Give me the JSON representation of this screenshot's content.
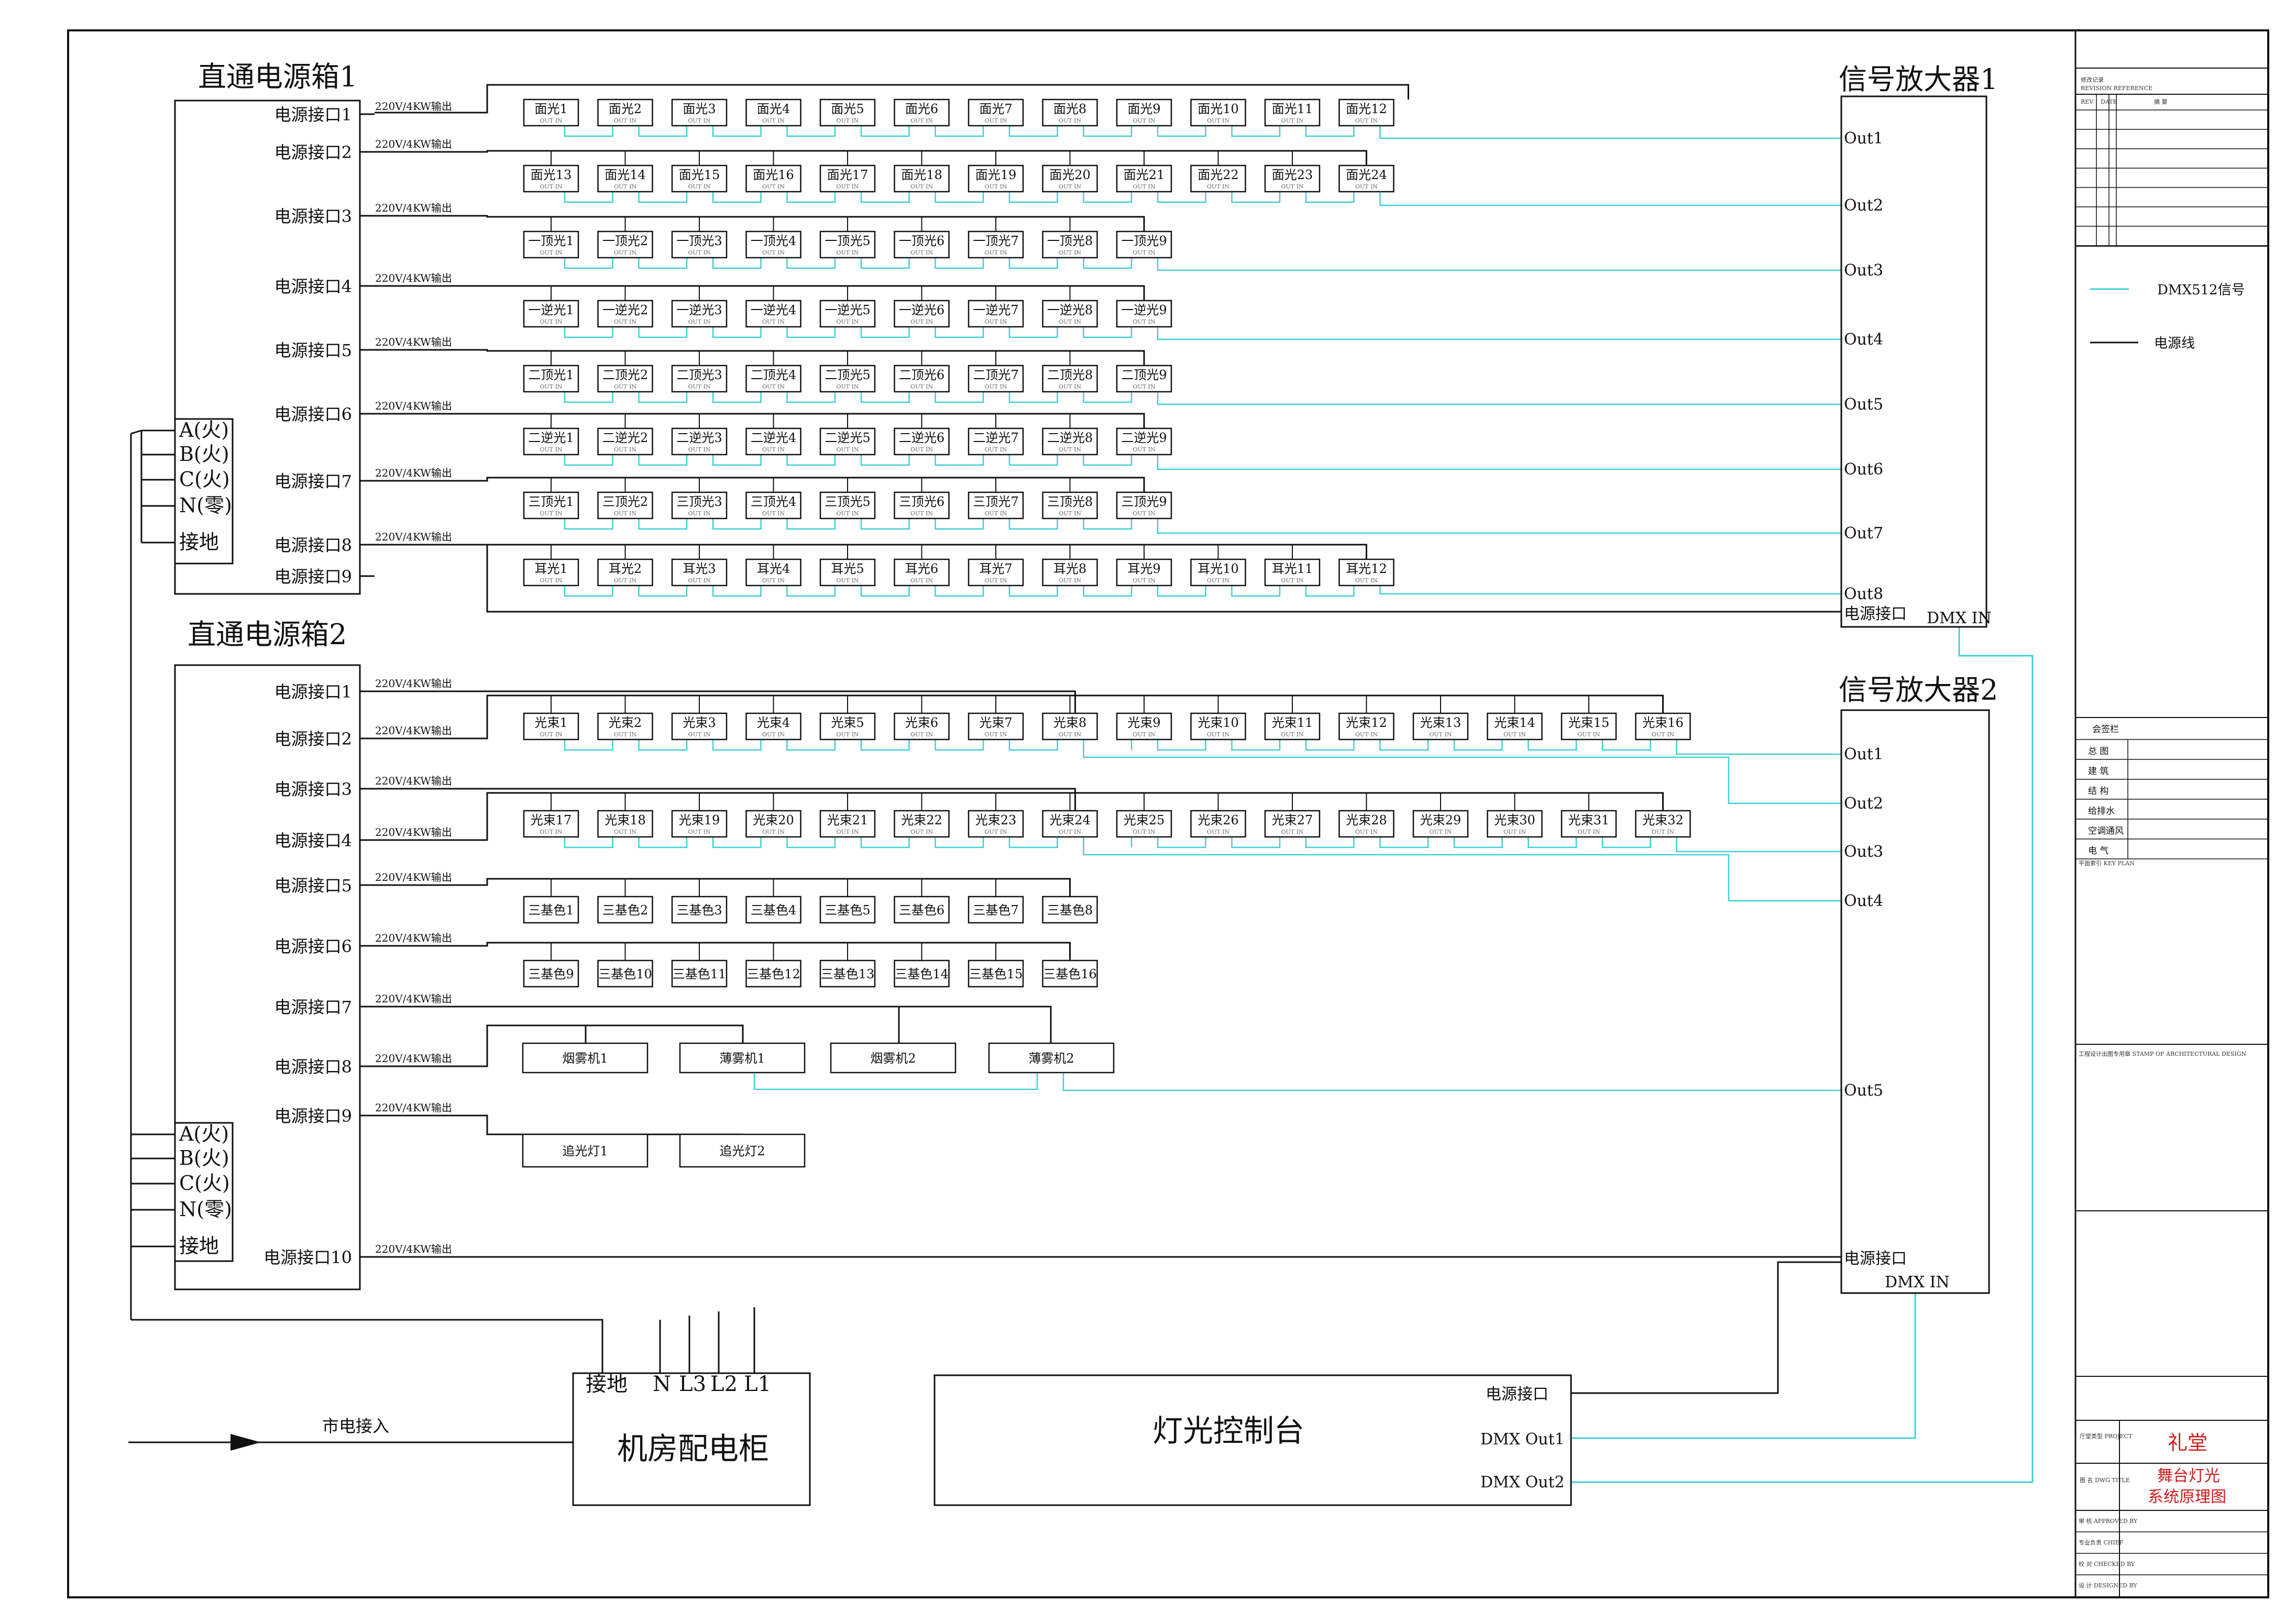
{
  "colors": {
    "signal": "#3fcfd5",
    "power": "#111111",
    "accent": "#cc1e1e"
  },
  "panels": [
    {
      "title": "直通电源箱1",
      "ports": [
        "电源接口1",
        "电源接口2",
        "电源接口3",
        "电源接口4",
        "电源接口5",
        "电源接口6",
        "电源接口7",
        "电源接口8",
        "电源接口9"
      ],
      "phases": [
        "A(火)",
        "B(火)",
        "C(火)",
        "N(零)",
        "接地"
      ]
    },
    {
      "title": "直通电源箱2",
      "ports": [
        "电源接口1",
        "电源接口2",
        "电源接口3",
        "电源接口4",
        "电源接口5",
        "电源接口6",
        "电源接口7",
        "电源接口8",
        "电源接口9",
        "电源接口10"
      ],
      "phases": [
        "A(火)",
        "B(火)",
        "C(火)",
        "N(零)",
        "接地"
      ]
    }
  ],
  "feed_label": "220V/4KW输出",
  "fixture_sublabel": "OUT IN",
  "rows1": [
    [
      "面光1",
      "面光2",
      "面光3",
      "面光4",
      "面光5",
      "面光6",
      "面光7",
      "面光8",
      "面光9",
      "面光10",
      "面光11",
      "面光12"
    ],
    [
      "面光13",
      "面光14",
      "面光15",
      "面光16",
      "面光17",
      "面光18",
      "面光19",
      "面光20",
      "面光21",
      "面光22",
      "面光23",
      "面光24"
    ],
    [
      "一顶光1",
      "一顶光2",
      "一顶光3",
      "一顶光4",
      "一顶光5",
      "一顶光6",
      "一顶光7",
      "一顶光8",
      "一顶光9"
    ],
    [
      "一逆光1",
      "一逆光2",
      "一逆光3",
      "一逆光4",
      "一逆光5",
      "一逆光6",
      "一逆光7",
      "一逆光8",
      "一逆光9"
    ],
    [
      "二顶光1",
      "二顶光2",
      "二顶光3",
      "二顶光4",
      "二顶光5",
      "二顶光6",
      "二顶光7",
      "二顶光8",
      "二顶光9"
    ],
    [
      "二逆光1",
      "二逆光2",
      "二逆光3",
      "二逆光4",
      "二逆光5",
      "二逆光6",
      "二逆光7",
      "二逆光8",
      "二逆光9"
    ],
    [
      "三顶光1",
      "三顶光2",
      "三顶光3",
      "三顶光4",
      "三顶光5",
      "三顶光6",
      "三顶光7",
      "三顶光8",
      "三顶光9"
    ],
    [
      "耳光1",
      "耳光2",
      "耳光3",
      "耳光4",
      "耳光5",
      "耳光6",
      "耳光7",
      "耳光8",
      "耳光9",
      "耳光10",
      "耳光11",
      "耳光12"
    ]
  ],
  "rows2": [
    [
      "光束1",
      "光束2",
      "光束3",
      "光束4",
      "光束5",
      "光束6",
      "光束7",
      "光束8",
      "光束9",
      "光束10",
      "光束11",
      "光束12",
      "光束13",
      "光束14",
      "光束15",
      "光束16"
    ],
    [
      "光束17",
      "光束18",
      "光束19",
      "光束20",
      "光束21",
      "光束22",
      "光束23",
      "光束24",
      "光束25",
      "光束26",
      "光束27",
      "光束28",
      "光束29",
      "光束30",
      "光束31",
      "光束32"
    ],
    [
      "三基色1",
      "三基色2",
      "三基色3",
      "三基色4",
      "三基色5",
      "三基色6",
      "三基色7",
      "三基色8"
    ],
    [
      "三基色9",
      "三基色10",
      "三基色11",
      "三基色12",
      "三基色13",
      "三基色14",
      "三基色15",
      "三基色16"
    ],
    [
      "烟雾机1",
      "薄雾机1",
      "烟雾机2",
      "薄雾机2"
    ],
    [
      "追光灯1",
      "追光灯2"
    ]
  ],
  "amps": [
    {
      "title": "信号放大器1",
      "outs": [
        "Out1",
        "Out2",
        "Out3",
        "Out4",
        "Out5",
        "Out6",
        "Out7",
        "Out8"
      ],
      "power": "电源接口",
      "dmx_in": "DMX IN"
    },
    {
      "title": "信号放大器2",
      "outs": [
        "Out1",
        "Out2",
        "Out3",
        "Out4",
        "Out5"
      ],
      "power": "电源接口",
      "dmx_in": "DMX IN"
    }
  ],
  "distribution": {
    "title": "机房配电柜",
    "terminals": [
      "接地",
      "N",
      "L3",
      "L2",
      "L1"
    ],
    "mains": "市电接入"
  },
  "console": {
    "title": "灯光控制台",
    "ports": [
      "电源接口",
      "DMX Out1",
      "DMX Out2"
    ]
  },
  "legend": [
    {
      "label": "DMX512信号"
    },
    {
      "label": "电源线"
    }
  ],
  "titleblock": {
    "revision": {
      "title": "修改记录",
      "en": "REVISION REFERENCE",
      "cols": [
        "REV",
        "DATE",
        "摘  要"
      ]
    },
    "sign": {
      "title": "会签栏",
      "rows": [
        "总  图",
        "建  筑",
        "结  构",
        "给排水",
        "空调通风",
        "电  气"
      ]
    },
    "keyplan": "平面索引 KEY PLAN",
    "stamp": "工程设计出图专用章 STAMP OF ARCHITECTURAL DESIGN",
    "project_label": "厅堂类型 PROJECT",
    "project": "礼堂",
    "dwg_label": "图  名 DWG TITLE",
    "dwg_title": [
      "舞台灯光",
      "系统原理图"
    ],
    "roles": [
      "审  核 APPROVED BY",
      "专业负责 CHIEF",
      "校  对 CHECKED BY",
      "设  计 DESIGNED BY"
    ]
  }
}
